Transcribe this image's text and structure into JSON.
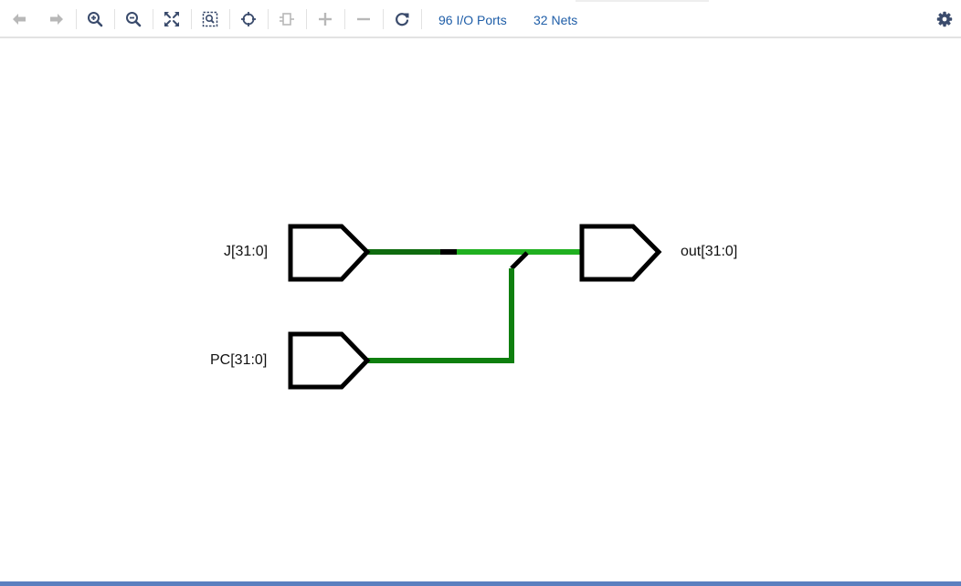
{
  "toolbar": {
    "buttons": [
      {
        "name": "back-button",
        "icon": "arrow-left-icon",
        "enabled": false
      },
      {
        "name": "forward-button",
        "icon": "arrow-right-icon",
        "enabled": false
      },
      {
        "name": "zoom-in-button",
        "icon": "zoom-in-icon",
        "enabled": true
      },
      {
        "name": "zoom-out-button",
        "icon": "zoom-out-icon",
        "enabled": true
      },
      {
        "name": "zoom-fit-button",
        "icon": "fit-icon",
        "enabled": true
      },
      {
        "name": "zoom-area-button",
        "icon": "zoom-area-icon",
        "enabled": true
      },
      {
        "name": "locate-button",
        "icon": "crosshair-icon",
        "enabled": true
      },
      {
        "name": "regenerate-button",
        "icon": "cell-icon",
        "enabled": false
      },
      {
        "name": "expand-button",
        "icon": "plus-icon",
        "enabled": false
      },
      {
        "name": "collapse-button",
        "icon": "minus-icon",
        "enabled": false
      },
      {
        "name": "refresh-button",
        "icon": "refresh-icon",
        "enabled": true
      }
    ],
    "io_ports_label": "96 I/O Ports",
    "nets_label": "32 Nets",
    "settings_icon": "gear-icon"
  },
  "schematic": {
    "ports": [
      {
        "id": "J",
        "label": "J[31:0]",
        "direction": "input"
      },
      {
        "id": "PC",
        "label": "PC[31:0]",
        "direction": "input"
      },
      {
        "id": "out",
        "label": "out[31:0]",
        "direction": "output"
      }
    ]
  },
  "colors": {
    "icon_active": "#3a4b6c",
    "icon_disabled": "#b8b8b8",
    "link": "#1f5ea8",
    "net_dark": "#0f6b0f",
    "net_medium": "#0f7f0f",
    "net_bright": "#20b020",
    "port_outline": "#000000",
    "bottom_bar": "#5b7fbf"
  }
}
